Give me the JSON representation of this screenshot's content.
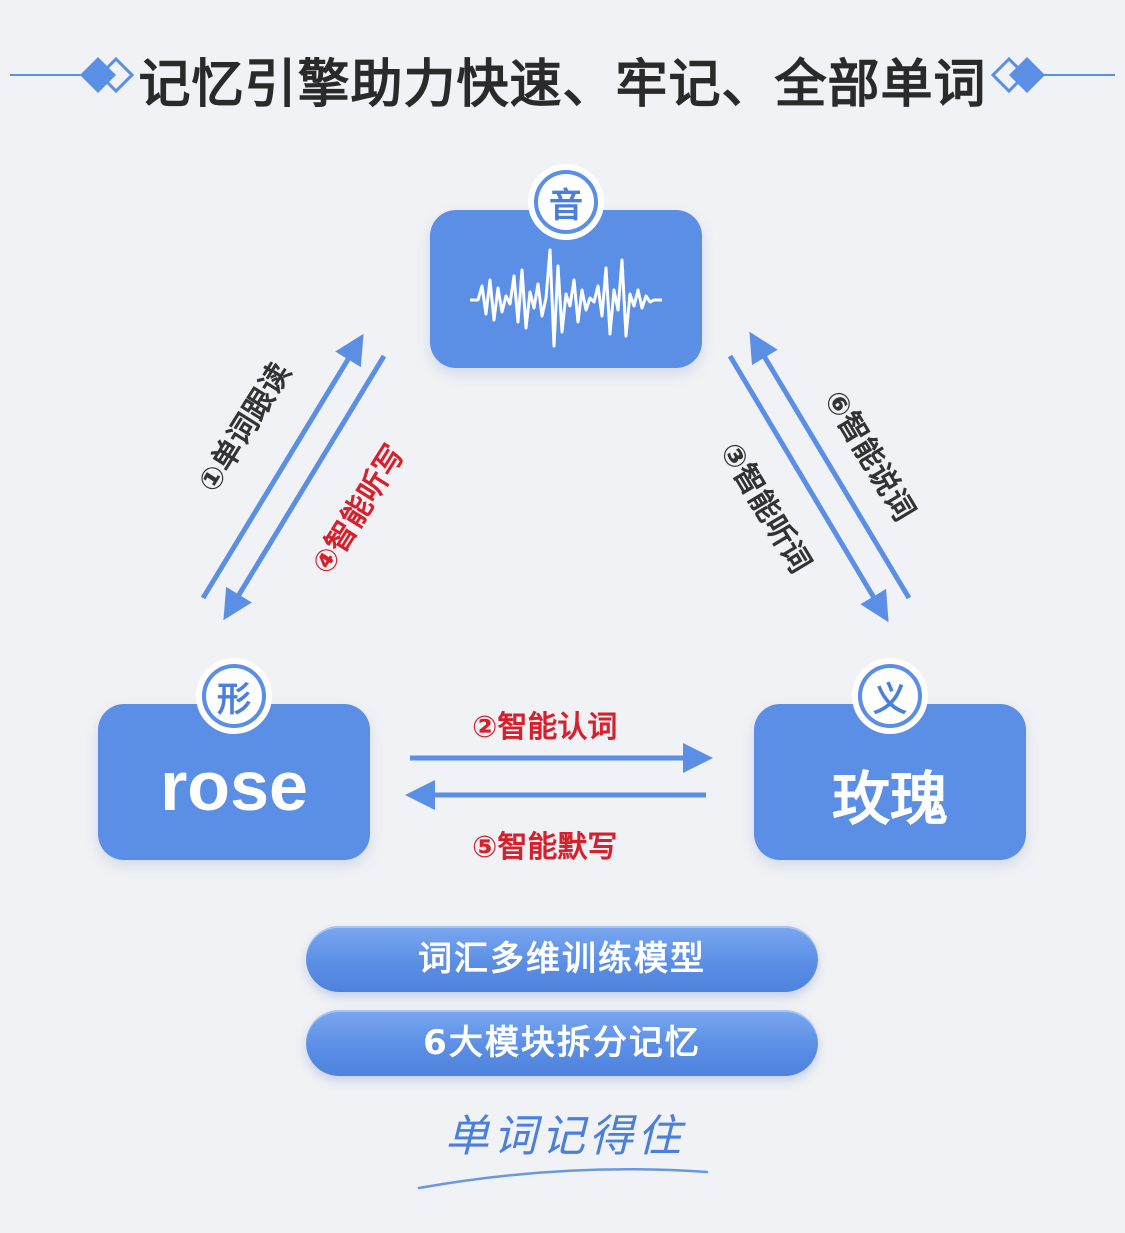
{
  "title": "记忆引擎助力快速、牢记、全部单词",
  "nodes": {
    "sound": {
      "badge": "音"
    },
    "form": {
      "badge": "形",
      "word": "rose"
    },
    "meaning": {
      "badge": "义",
      "word": "玫瑰"
    }
  },
  "edges": {
    "e1": "①单词跟读",
    "e2": "②智能认词",
    "e3": "③智能听词",
    "e4": "④智能听写",
    "e5": "⑤智能默写",
    "e6": "⑥智能说词"
  },
  "pills": [
    "词汇多维训练模型",
    "6大模块拆分记忆"
  ],
  "slogan": "单词记得住",
  "colors": {
    "accent": "#5b8fe6",
    "highlight": "#d6202c",
    "text": "#333333"
  }
}
